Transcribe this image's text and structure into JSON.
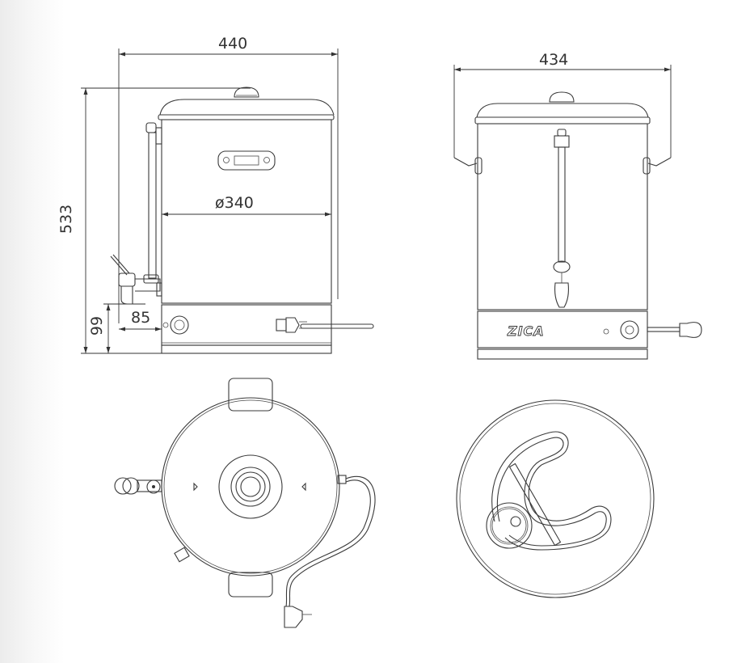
{
  "drawing": {
    "subject": "Electric water urn technical drawing",
    "brand_label": "ZICA",
    "views": [
      {
        "id": "side",
        "name": "Side view"
      },
      {
        "id": "front",
        "name": "Front view"
      },
      {
        "id": "top",
        "name": "Top view"
      },
      {
        "id": "bottom",
        "name": "Bottom view (heating element)"
      }
    ],
    "dimensions": {
      "side_total_width": "440",
      "side_total_height": "533",
      "side_body_diameter": "ø340",
      "side_tap_offset": "85",
      "side_tap_height": "99",
      "front_total_width": "434"
    },
    "colors": {
      "line": "#3a3a3a",
      "background": "#ffffff",
      "edge_shade": "#ececec"
    }
  }
}
